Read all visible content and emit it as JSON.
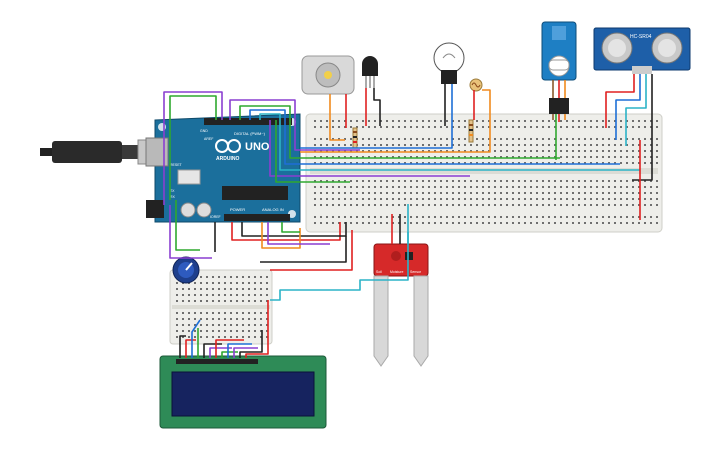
{
  "arduino": {
    "logo": "UNO",
    "brand": "ARDUINO",
    "labels": {
      "digital": "DIGITAL (PWM~)",
      "power": "POWER",
      "analog": "ANALOG IN",
      "tx": "TX",
      "rx": "RX",
      "aref": "AREF",
      "gnd": "GND",
      "ioref": "IOREF",
      "reset": "RESET"
    }
  },
  "sensors": {
    "ultrasonic_label": "HC-SR04",
    "soil_label_left": "Soil",
    "soil_label_mid": "Moisture",
    "soil_label_right": "Sensor"
  },
  "colors": {
    "arduino_board": "#1b6f9c",
    "breadboard": "#eeeeea",
    "lcd_pcb": "#2e8b57",
    "lcd_screen": "#16235f",
    "servo_body": "#1e7fc4",
    "ultrasonic_board": "#1e5fa8",
    "soil_sensor": "#d62929",
    "wire_red": "#e02020",
    "wire_black": "#222222",
    "wire_blue": "#1e6fd6",
    "wire_cyan": "#2bb3c7",
    "wire_green": "#2fa82f",
    "wire_orange": "#f08a1e",
    "wire_purple": "#8a3fd1",
    "wire_gray": "#9a9a9a"
  },
  "icons": [
    "usb-cable-icon",
    "dc-motor-icon",
    "transistor-icon",
    "light-bulb-icon",
    "photoresistor-icon",
    "servo-icon",
    "ultrasonic-sensor-icon",
    "potentiometer-icon",
    "resistor-icon"
  ]
}
